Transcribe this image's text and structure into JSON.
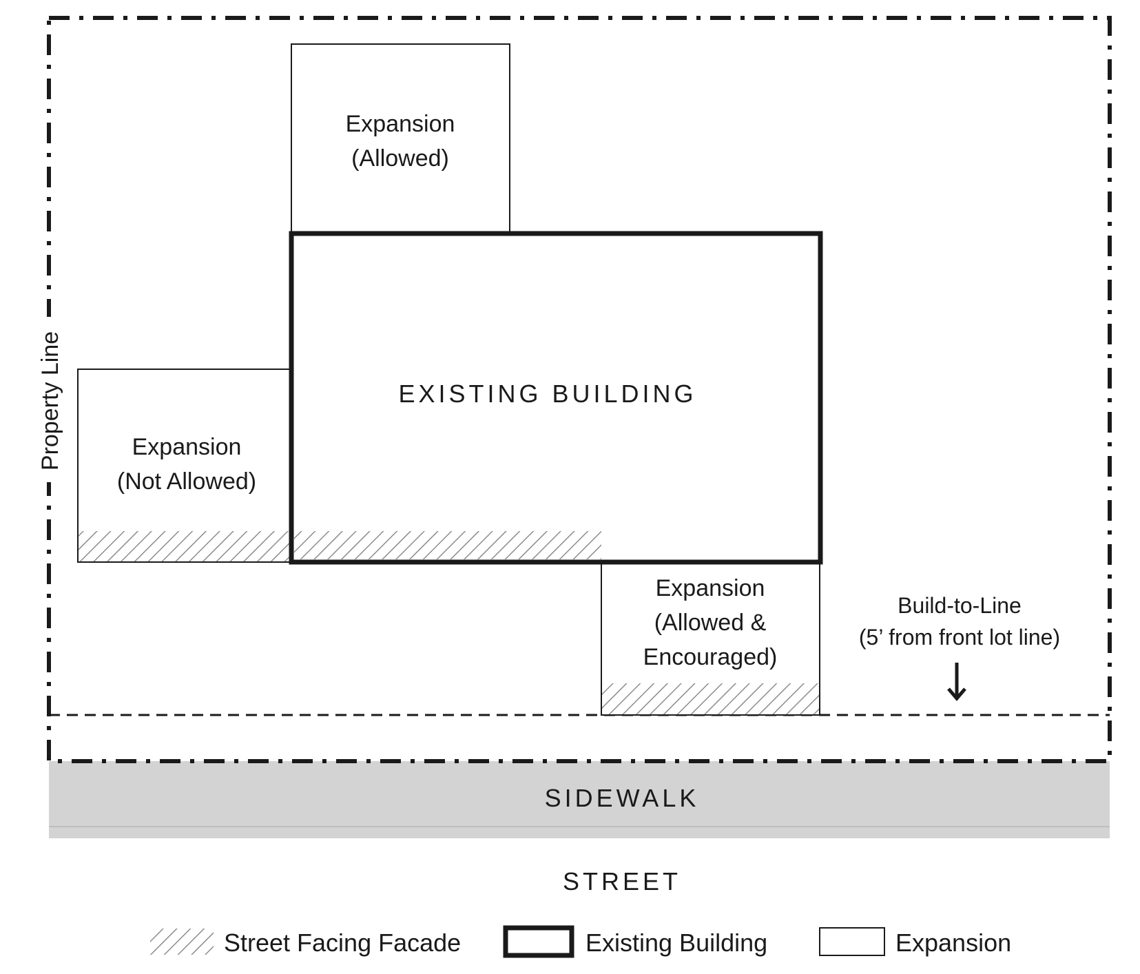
{
  "property_line": {
    "label": "Property Line"
  },
  "existing_building": {
    "label": "EXISTING BUILDING"
  },
  "expansions": {
    "top": {
      "line1": "Expansion",
      "line2": "(Allowed)"
    },
    "left": {
      "line1": "Expansion",
      "line2": "(Not Allowed)"
    },
    "front": {
      "line1": "Expansion",
      "line2": "(Allowed &",
      "line3": "Encouraged)"
    }
  },
  "build_to_line": {
    "line1": "Build-to-Line",
    "line2": "(5’ from front lot line)"
  },
  "sidewalk": {
    "label": "SIDEWALK"
  },
  "street": {
    "label": "STREET"
  },
  "legend": {
    "street_facing_facade": "Street Facing Facade",
    "existing_building": "Existing Building",
    "expansion": "Expansion"
  },
  "colors": {
    "line": "#1a1a1a",
    "hatch": "#8c8c8c",
    "sidewalk_fill": "#d3d3d3"
  }
}
